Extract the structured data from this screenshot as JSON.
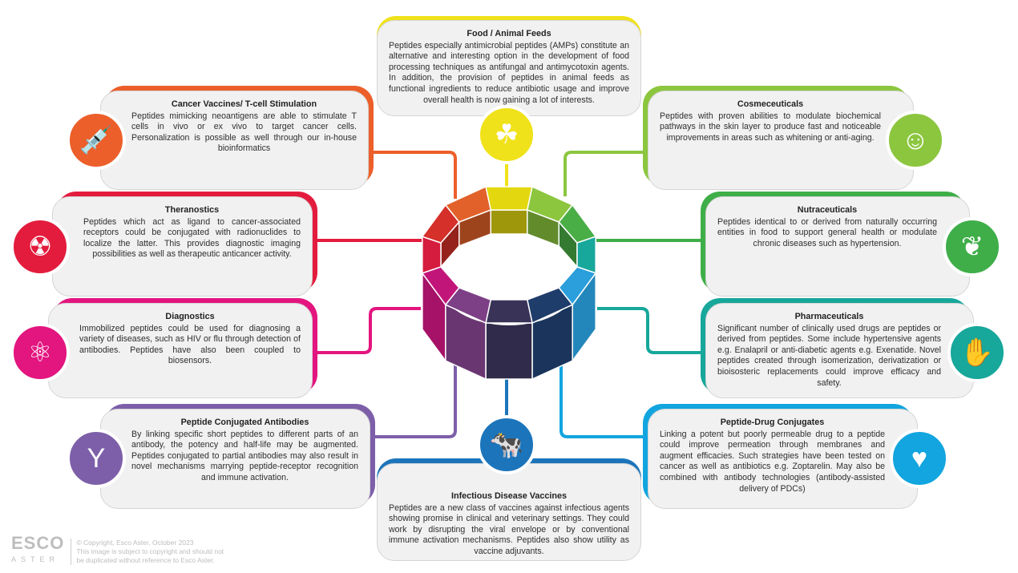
{
  "cards": {
    "food": {
      "title": "Food / Animal Feeds",
      "text": "Peptides especially antimicrobial peptides (AMPs) constitute an alternative and interesting option in the development of food processing techniques as antifungal and antimycotoxin agents. In addition, the provision of peptides in animal feeds as functional ingredients to reduce antibiotic usage and improve overall health is now gaining a lot of interests.",
      "color": "#f0e21a",
      "icon": "feed-bag-icon"
    },
    "cancer": {
      "title": "Cancer Vaccines/ T-cell Stimulation",
      "text": "Peptides mimicking neoantigens are able to stimulate T cells in vivo or ex vivo to target cancer cells. Personalization is possible as well through our in-house bioinformatics",
      "color": "#ec5f2a",
      "icon": "syringe-icon"
    },
    "theranostics": {
      "title": "Theranostics",
      "text": "Peptides which act as ligand to cancer-associated receptors could be conjugated with radionuclides to localize the latter. This provides diagnostic imaging possibilities as well as therapeutic anticancer activity.",
      "color": "#e31c3d",
      "icon": "radiation-icon"
    },
    "diagnostics": {
      "title": "Diagnostics",
      "text": "Immobilized peptides could be used for diagnosing a variety of diseases, such as HIV or flu through detection of antibodies. Peptides have also been coupled to biosensors.",
      "color": "#e3157f",
      "icon": "molecule-pipette-icon"
    },
    "antibodies": {
      "title": "Peptide Conjugated Antibodies",
      "text": "By linking specific short peptides to different parts of an antibody, the potency and half-life may be augmented. Peptides conjugated to partial antibodies may also result in novel mechanisms marrying peptide-receptor recognition and immune activation.",
      "color": "#7d5fa9",
      "icon": "antibody-icon"
    },
    "cosmeceuticals": {
      "title": "Cosmeceuticals",
      "text": "Peptides with proven abilities to modulate biochemical pathways in the skin layer to produce fast and noticeable improvements in areas such as whitening or anti-aging.",
      "color": "#8cc63f",
      "icon": "face-cream-icon"
    },
    "nutraceuticals": {
      "title": "Nutraceuticals",
      "text": "Peptides identical to or derived from naturally occurring entities in food to support general health or modulate chronic diseases such as hypertension.",
      "color": "#3fae49",
      "icon": "leaf-heart-icon"
    },
    "pharmaceuticals": {
      "title": "Pharmaceuticals",
      "text": "Significant number of clinically used drugs are peptides or derived from peptides. Some include hypertensive agents e.g. Enalapril or anti-diabetic agents e.g. Exenatide. Novel peptides created through isomerization, derivatization or bioisosteric replacements could improve efficacy and safety.",
      "color": "#17a79b",
      "icon": "hand-pills-icon"
    },
    "pdc": {
      "title": "Peptide-Drug Conjugates",
      "text": "Linking a potent but poorly permeable drug to a peptide could improve permeation through membranes and augment efficacies. Such strategies have been tested on cancer as well as antibiotics e.g. Zoptarelin. May also be combined with antibody technologies (antibody-assisted delivery of PDCs)",
      "color": "#12a5df",
      "icon": "capsule-heart-icon"
    },
    "infectious": {
      "title": "Infectious Disease Vaccines",
      "text": "Peptides are a new class of vaccines against infectious agents showing promise in clinical and veterinary settings. They could work by disrupting the viral envelope or by conventional immune activation mechanisms. Peptides also show utility as vaccine adjuvants.",
      "color": "#1c75bb",
      "icon": "livestock-icon"
    }
  },
  "ring_colors": [
    "#e3d80f",
    "#8cc63f",
    "#4aae46",
    "#17a79b",
    "#2a9fdc",
    "#1f3d6b",
    "#3a3358",
    "#7d3f86",
    "#c2157a",
    "#d51c3f",
    "#d5302a",
    "#e2612a"
  ],
  "footer": {
    "logo": "ESCO",
    "logo_sub": "ASTER",
    "copyright": "© Copyright, Esco Aster, October 2023",
    "notice1": "This image is subject to copyright and should not",
    "notice2": "be duplicated without reference to Esco Aster."
  }
}
